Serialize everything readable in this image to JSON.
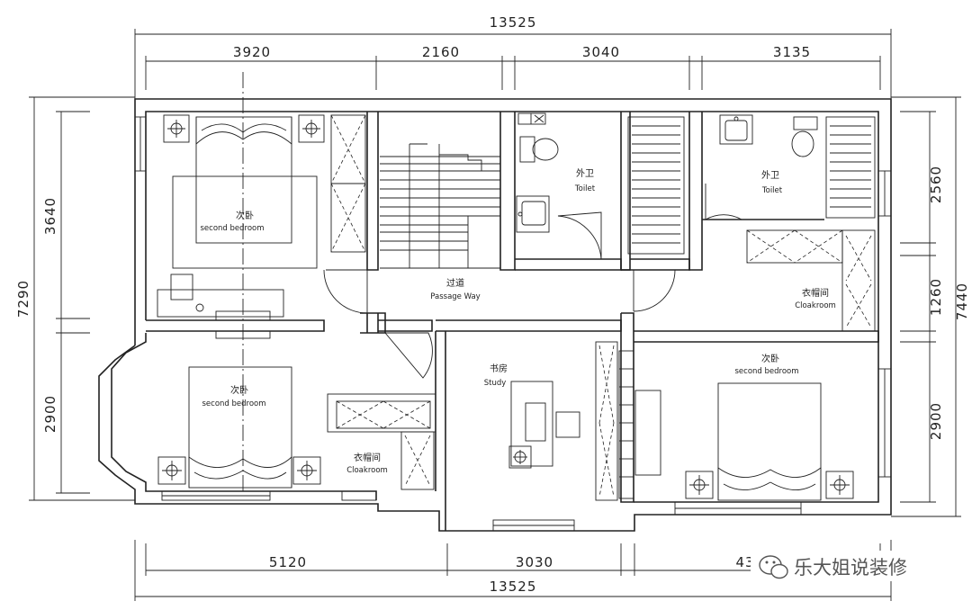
{
  "dimensions": {
    "top_total": "13525",
    "top_segments": [
      "3920",
      "2160",
      "3040",
      "3135"
    ],
    "bottom_total": "13525",
    "bottom_segments": [
      "5120",
      "3030",
      "43"
    ],
    "left_total": "7290",
    "left_segments": [
      "3640",
      "2900"
    ],
    "right_total": "7440",
    "right_segments": [
      "2560",
      "1260",
      "2900"
    ]
  },
  "rooms": {
    "bedroom_nw": {
      "cn": "次卧",
      "en": "second bedroom"
    },
    "bedroom_sw": {
      "cn": "次卧",
      "en": "second bedroom"
    },
    "bedroom_se": {
      "cn": "次卧",
      "en": "second bedroom"
    },
    "passage": {
      "cn": "过道",
      "en": "Passage Way"
    },
    "toilet_1": {
      "cn": "外卫",
      "en": "Toilet"
    },
    "toilet_2": {
      "cn": "外卫",
      "en": "Toilet"
    },
    "cloakroom_e": {
      "cn": "衣帽间",
      "en": "Cloakroom"
    },
    "cloakroom_sw": {
      "cn": "衣帽间",
      "en": "Cloakroom"
    },
    "study": {
      "cn": "书房",
      "en": "Study"
    }
  },
  "watermark": "乐大姐说装修"
}
